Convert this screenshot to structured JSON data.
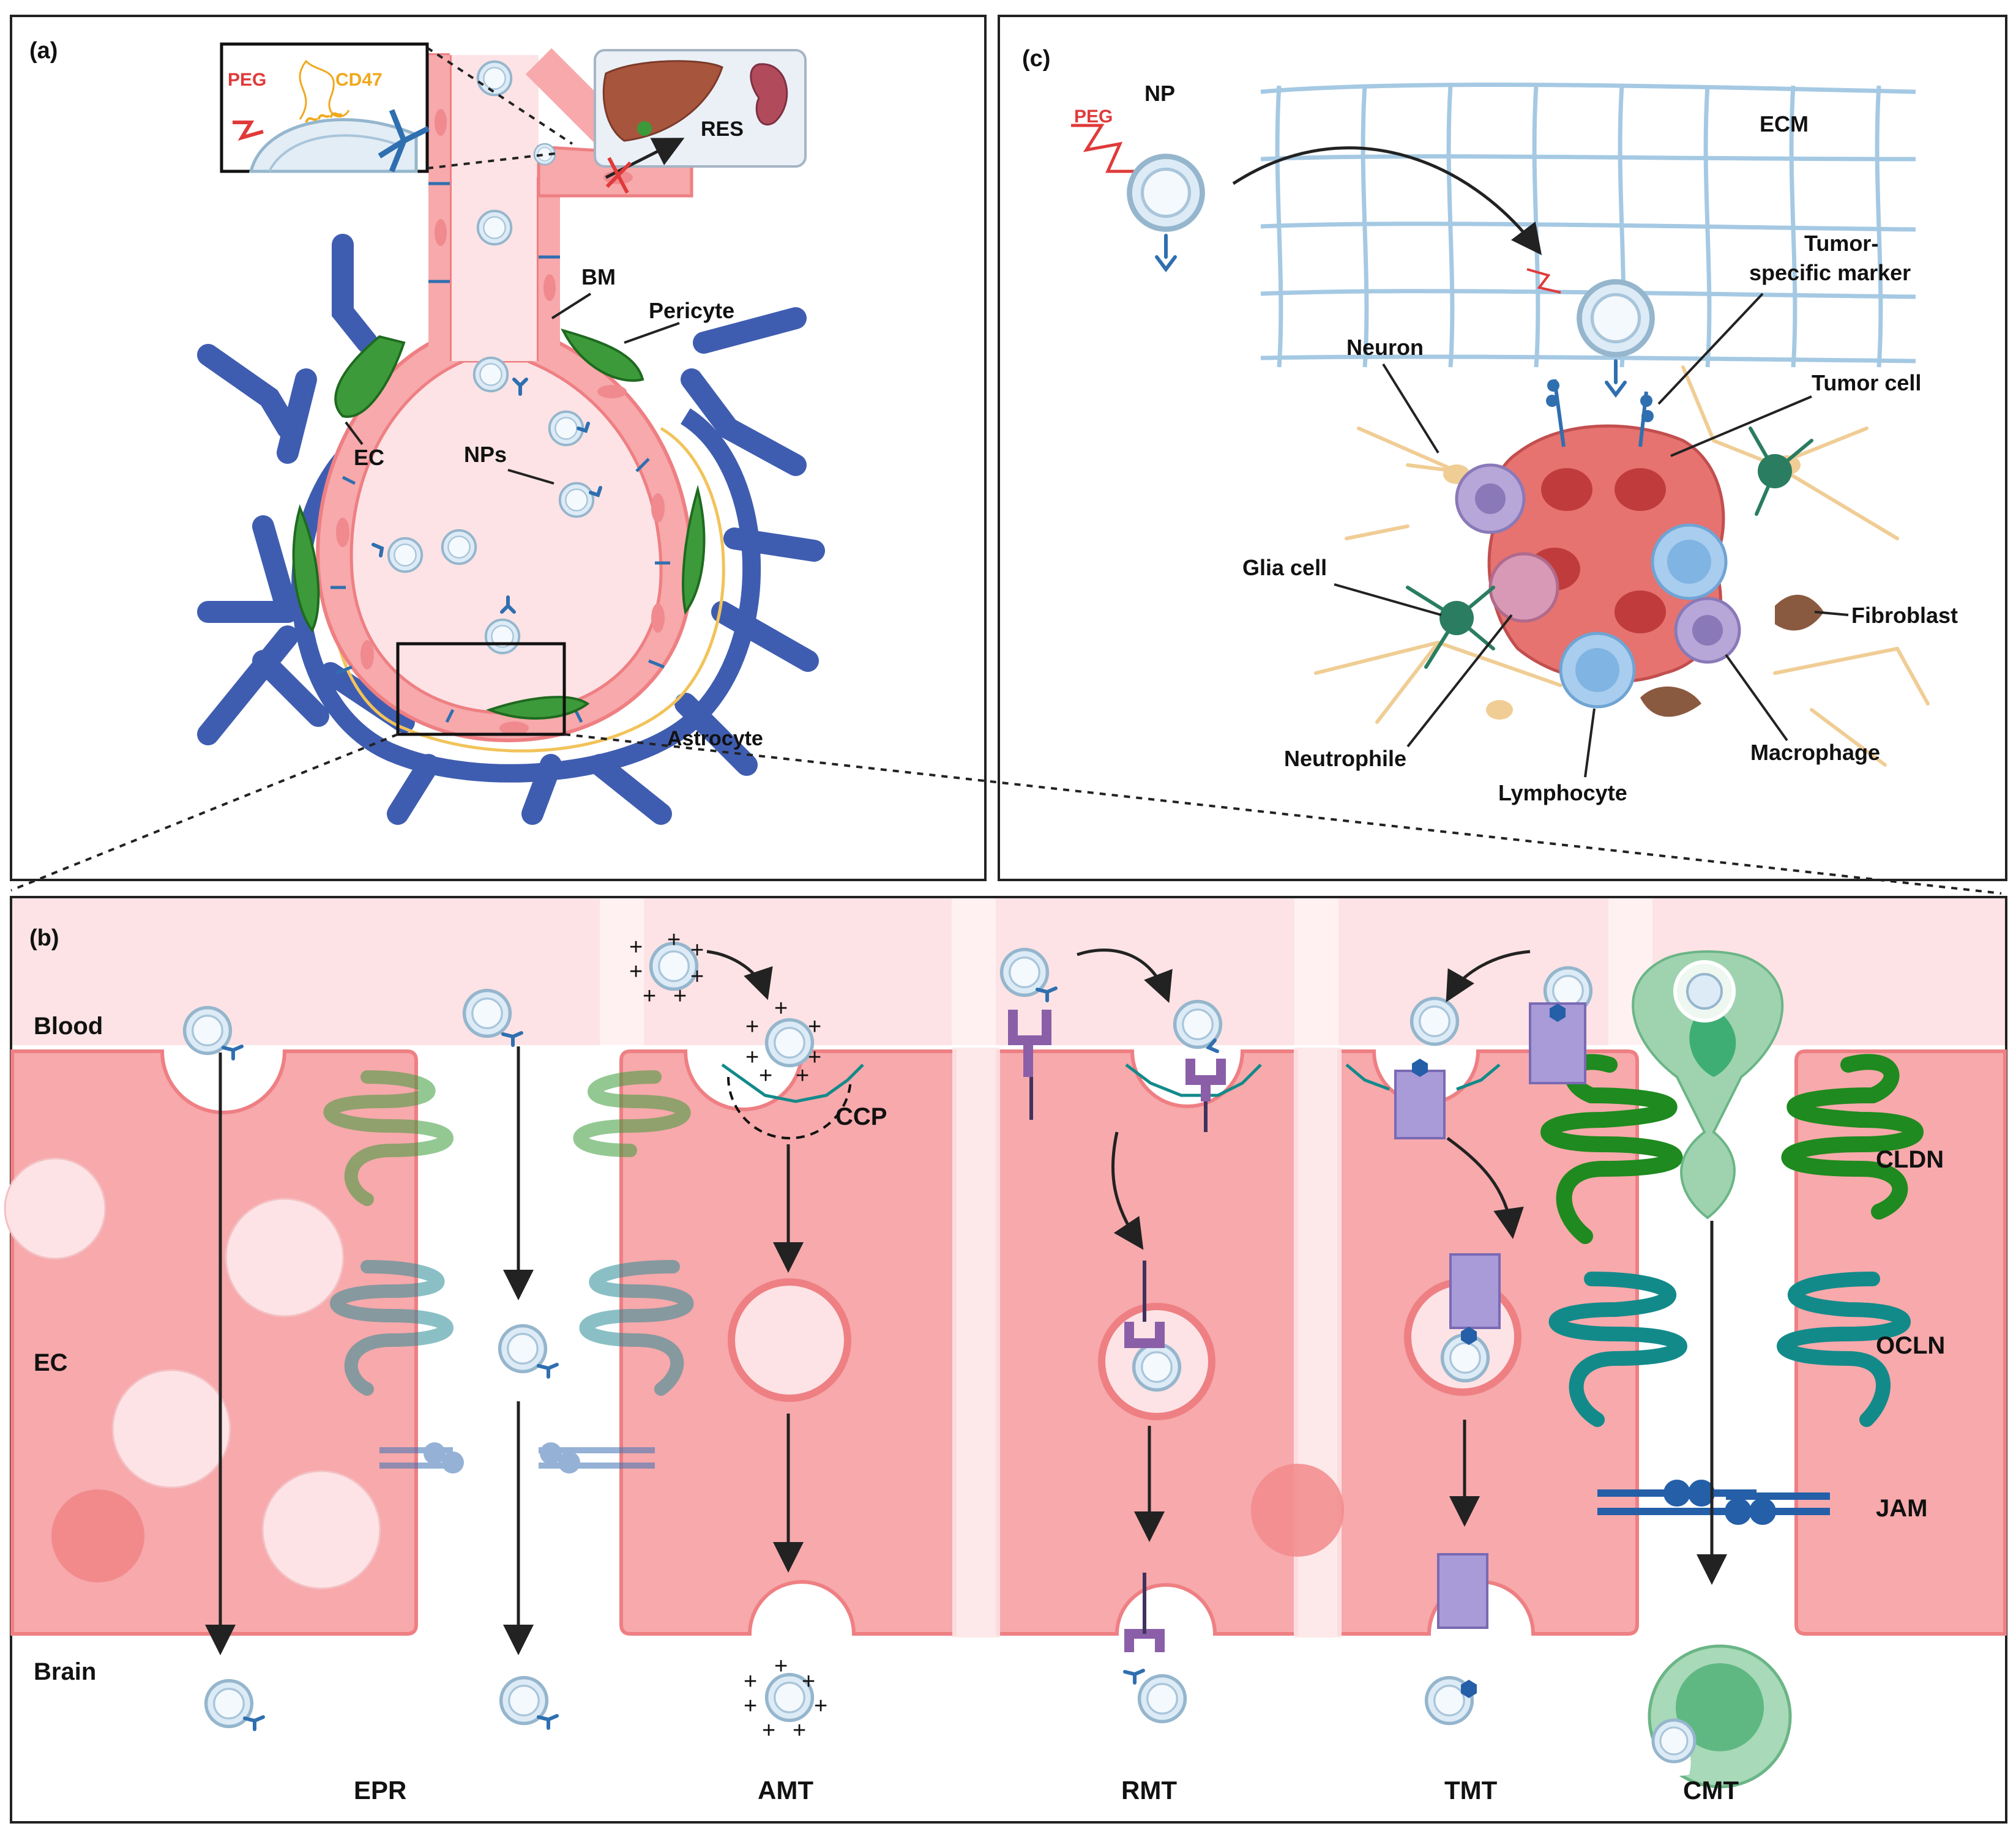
{
  "panel_a": {
    "label": "(a)",
    "inset_labels": {
      "peg": "PEG",
      "cd47": "CD47",
      "res": "RES"
    },
    "labels": {
      "bm": "BM",
      "pericyte": "Pericyte",
      "ec": "EC",
      "nps": "NPs",
      "astrocyte": "Astrocyte"
    }
  },
  "panel_b": {
    "label": "(b)",
    "side_labels": {
      "blood": "Blood",
      "ec": "EC",
      "brain": "Brain"
    },
    "ccp": "CCP",
    "junction_labels": {
      "cldn": "CLDN",
      "ocln": "OCLN",
      "jam": "JAM"
    },
    "mechanisms": [
      "EPR",
      "AMT",
      "RMT",
      "TMT",
      "CMT"
    ]
  },
  "panel_c": {
    "label": "(c)",
    "labels": {
      "peg": "PEG",
      "np": "NP",
      "ecm": "ECM",
      "marker_line1": "Tumor-",
      "marker_line2": "specific marker",
      "neuron": "Neuron",
      "tumor_cell": "Tumor cell",
      "glia": "Glia cell",
      "fibroblast": "Fibroblast",
      "neutrophile": "Neutrophile",
      "lymphocyte": "Lymphocyte",
      "macrophage": "Macrophage"
    }
  },
  "colors": {
    "endothelium": "#f7a9ab",
    "blood": "#fde3e5",
    "astrocyte": "#3f5db0",
    "pericyte": "#3c9a3a",
    "nanoparticle": "#dcebf6",
    "peg": "#e03a3a",
    "cd47": "#f0a81c"
  }
}
